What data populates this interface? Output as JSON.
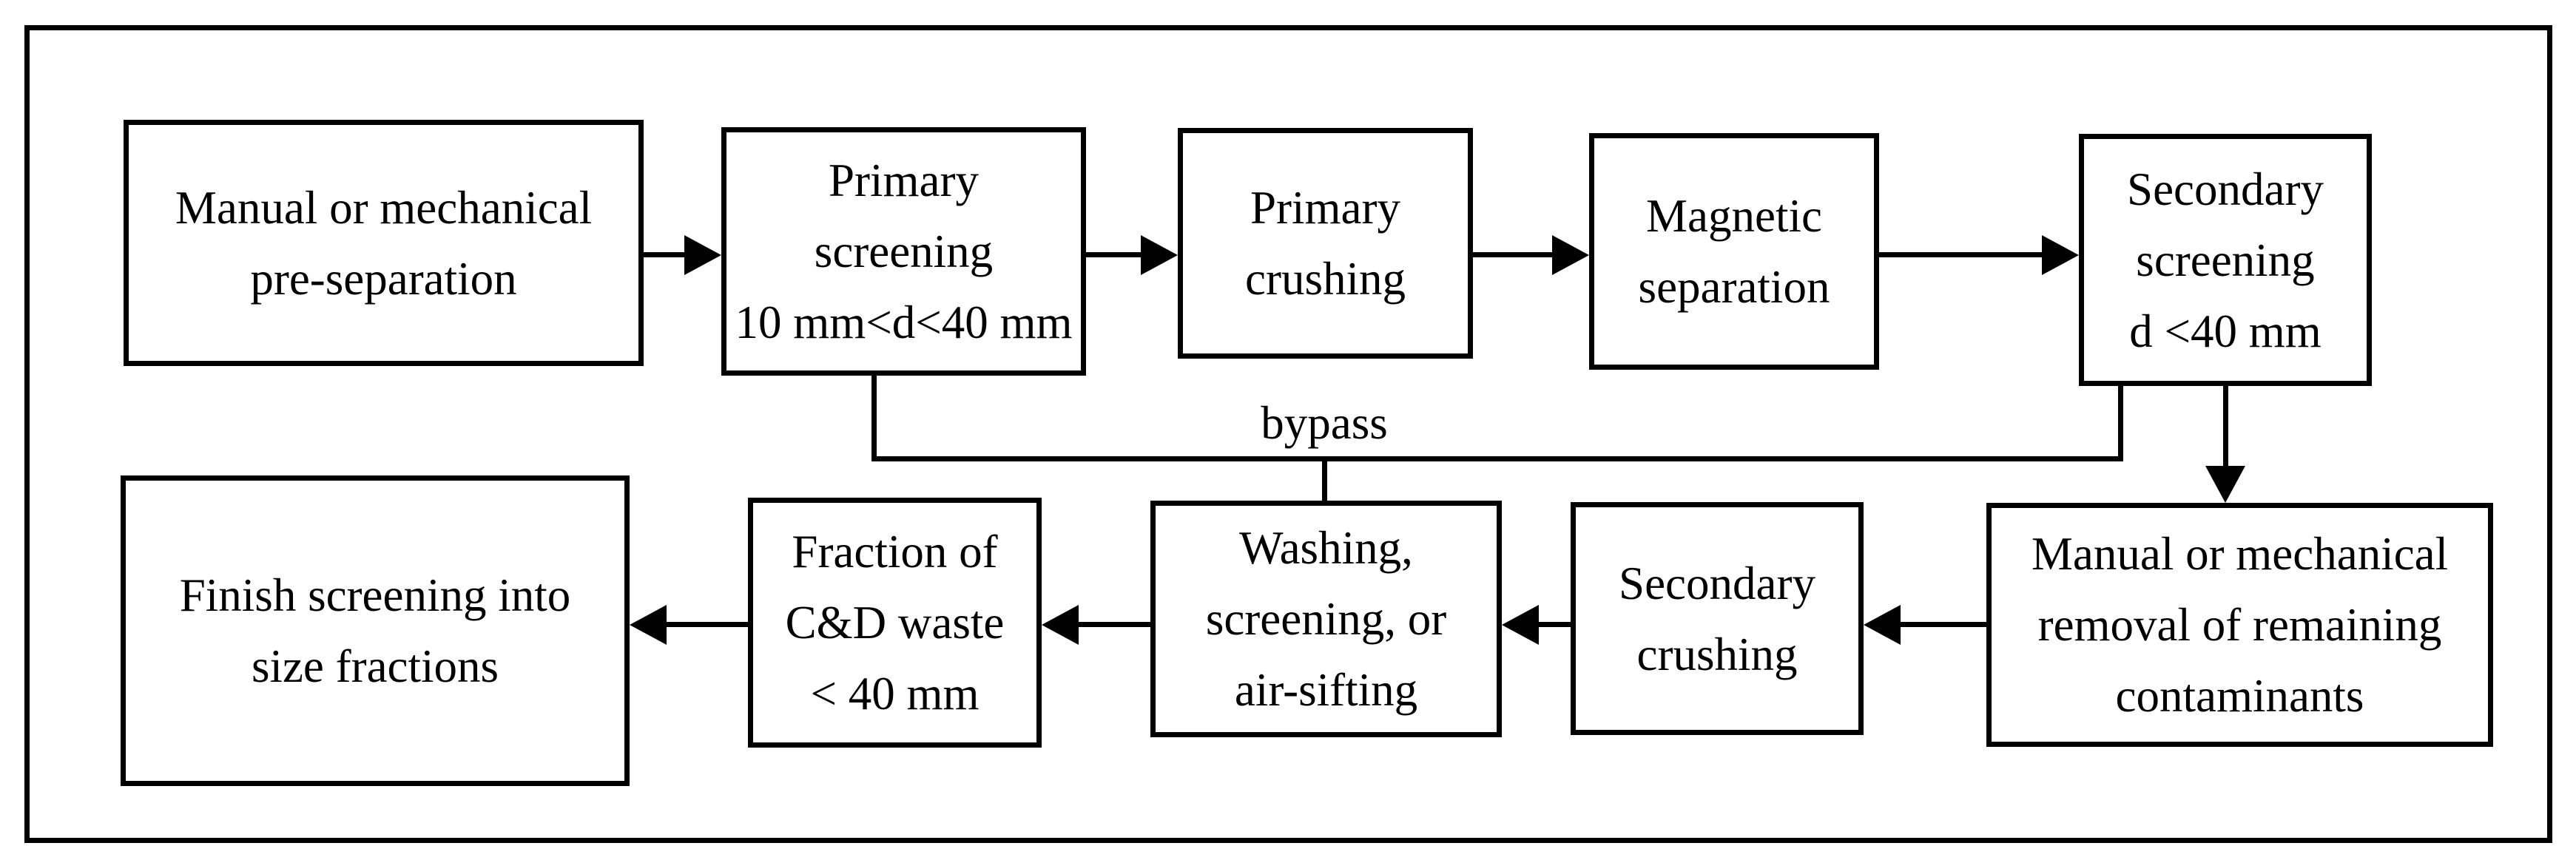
{
  "diagram": {
    "type": "flowchart",
    "bypass_label": "bypass",
    "boxes": [
      {
        "id": "pre-separation",
        "label": "Manual or mechanical\npre-separation"
      },
      {
        "id": "primary-screening",
        "label": "Primary\nscreening\n10 mm<d<40 mm"
      },
      {
        "id": "primary-crushing",
        "label": "Primary\ncrushing"
      },
      {
        "id": "magnetic-separation",
        "label": "Magnetic\nseparation"
      },
      {
        "id": "secondary-screening",
        "label": "Secondary\nscreening\nd <40 mm"
      },
      {
        "id": "manual-removal",
        "label": "Manual or mechanical\nremoval of remaining\ncontaminants"
      },
      {
        "id": "secondary-crushing",
        "label": "Secondary\ncrushing"
      },
      {
        "id": "washing",
        "label": "Washing,\nscreening, or\nair-sifting"
      },
      {
        "id": "fraction",
        "label": "Fraction of\nC&D waste\n< 40 mm"
      },
      {
        "id": "finish-screening",
        "label": "Finish screening into\nsize fractions"
      }
    ],
    "flow": [
      {
        "from": "pre-separation",
        "to": "primary-screening"
      },
      {
        "from": "primary-screening",
        "to": "primary-crushing"
      },
      {
        "from": "primary-crushing",
        "to": "magnetic-separation"
      },
      {
        "from": "magnetic-separation",
        "to": "secondary-screening"
      },
      {
        "from": "secondary-screening",
        "to": "manual-removal"
      },
      {
        "from": "manual-removal",
        "to": "secondary-crushing"
      },
      {
        "from": "secondary-crushing",
        "to": "washing"
      },
      {
        "from": "washing",
        "to": "fraction"
      },
      {
        "from": "fraction",
        "to": "finish-screening"
      },
      {
        "type": "bypass",
        "label": "bypass",
        "connects": [
          "primary-screening",
          "washing",
          "secondary-screening"
        ]
      }
    ],
    "colors": {
      "line": "#000000",
      "text": "#000000",
      "background": "#ffffff"
    }
  }
}
